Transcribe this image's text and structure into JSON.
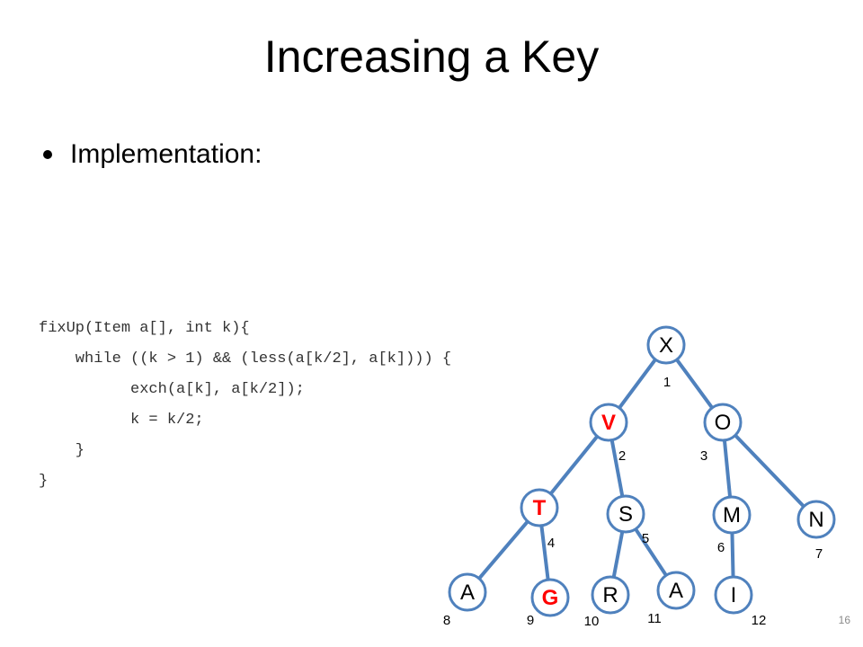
{
  "slide": {
    "title": "Increasing a Key",
    "bullet": "Implementation:",
    "page_number": "16"
  },
  "code": {
    "lines": [
      "fixUp(Item a[], int k){",
      "    while ((k > 1) && (less(a[k/2], a[k]))) {",
      "          exch(a[k], a[k/2]);",
      "          k = k/2;",
      "    }",
      "}"
    ]
  },
  "heap_tree": {
    "colors": {
      "node_fill": "#ffffff",
      "node_stroke": "#4f81bd",
      "edge": "#4f81bd",
      "text": "#000000",
      "highlight_text": "#ff0000"
    },
    "nodes": [
      {
        "index": "1",
        "key": "X",
        "highlight": false
      },
      {
        "index": "2",
        "key": "V",
        "highlight": true
      },
      {
        "index": "3",
        "key": "O",
        "highlight": false
      },
      {
        "index": "4",
        "key": "T",
        "highlight": true
      },
      {
        "index": "5",
        "key": "S",
        "highlight": false
      },
      {
        "index": "6",
        "key": "M",
        "highlight": false
      },
      {
        "index": "7",
        "key": "N",
        "highlight": false
      },
      {
        "index": "8",
        "key": "A",
        "highlight": false
      },
      {
        "index": "9",
        "key": "G",
        "highlight": true
      },
      {
        "index": "10",
        "key": "R",
        "highlight": false
      },
      {
        "index": "11",
        "key": "A",
        "highlight": false
      },
      {
        "index": "12",
        "key": "I",
        "highlight": false
      }
    ]
  }
}
